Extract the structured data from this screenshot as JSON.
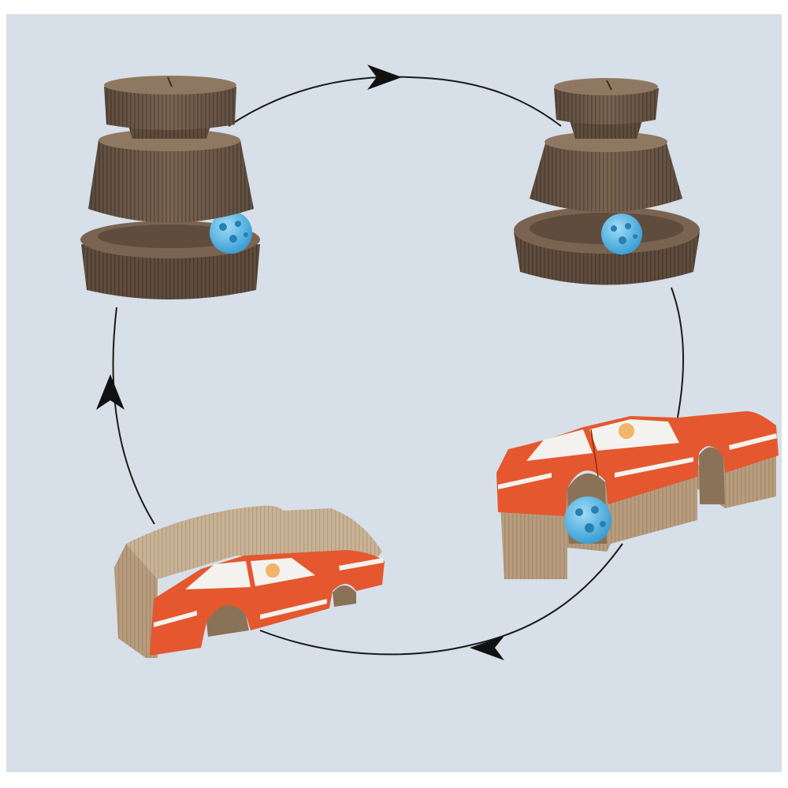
{
  "scene": {
    "background_color": "#d7dfe9",
    "border_color": "#ffffff",
    "cycle_line_color": "#1a1a1a",
    "arrow_color": "#111111",
    "cardboard_dark": "#5f4c3c",
    "cardboard_mid": "#7a6451",
    "cardboard_light": "#8f7862",
    "kraft_light": "#c9b396",
    "kraft_mid": "#b79d7e",
    "car_orange": "#e5572e",
    "car_white": "#f4f2ee",
    "ball_color": "#4fb3e3",
    "ball_hole_color": "#2a7fb0"
  },
  "objects": [
    {
      "name": "tower-scratcher-top-left",
      "kind": "tower-scratcher"
    },
    {
      "name": "tower-scratcher-top-right",
      "kind": "tower-scratcher"
    },
    {
      "name": "car-scratcher-right",
      "kind": "car-scratcher"
    },
    {
      "name": "car-scratcher-left",
      "kind": "car-scratcher"
    }
  ],
  "arrows": [
    {
      "name": "arrow-top",
      "direction": "right"
    },
    {
      "name": "arrow-bottom",
      "direction": "left"
    },
    {
      "name": "arrow-left",
      "direction": "up"
    }
  ]
}
